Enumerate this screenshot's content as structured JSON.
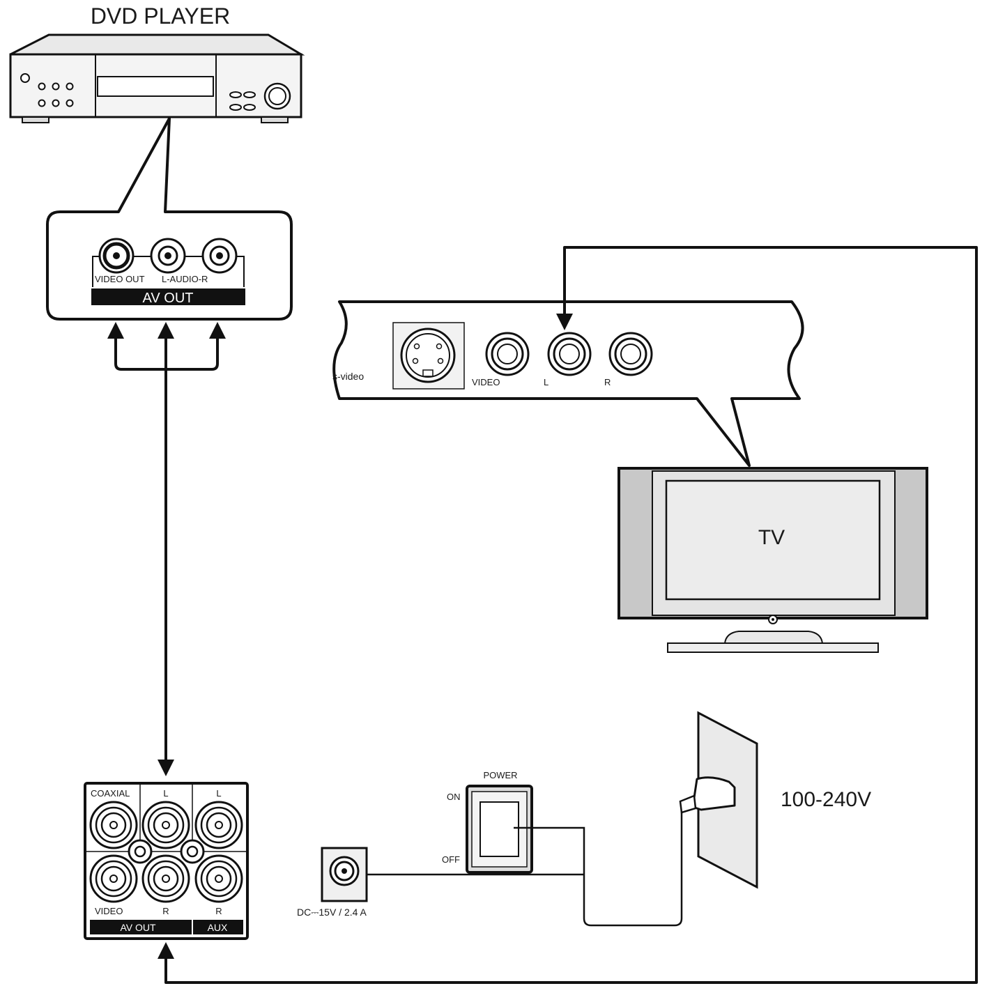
{
  "dvd_player": {
    "title": "DVD PLAYER",
    "panel": {
      "video_out_label": "VIDEO OUT",
      "audio_label": "L-AUDIO-R",
      "bar_label": "AV OUT"
    }
  },
  "tv": {
    "screen_label": "TV",
    "panel": {
      "svideo_label": "s-video",
      "video_label": "VIDEO",
      "l_label": "L",
      "r_label": "R"
    }
  },
  "device": {
    "coaxial_label": "COAXIAL",
    "l_label_1": "L",
    "l_label_2": "L",
    "video_label": "VIDEO",
    "r_label_1": "R",
    "r_label_2": "R",
    "av_out_label": "AV OUT",
    "aux_label": "AUX"
  },
  "power": {
    "switch_title": "POWER",
    "on_label": "ON",
    "off_label": "OFF",
    "dc_label": "DC⎓15V / 2.4 A",
    "mains_label": "100-240V"
  }
}
